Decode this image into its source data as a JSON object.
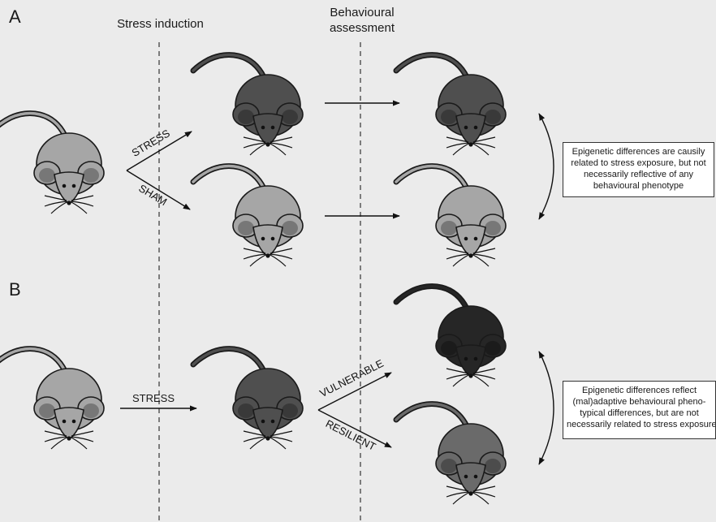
{
  "panels": {
    "a": "A",
    "b": "B"
  },
  "headers": {
    "stress_induction": "Stress induction",
    "behavioural_assessment": [
      "Behavioural",
      "assessment"
    ]
  },
  "arrows": {
    "a_stress": "STRESS",
    "a_sham": "SHAM",
    "b_stress": "STRESS",
    "b_vulnerable": "VULNERABLE",
    "b_resilient": "RESILIENT"
  },
  "notes": {
    "a": [
      "Epigenetic differences are causily",
      "related to stress exposure, but not",
      "necessarily reflective of any",
      "behavioural phenotype"
    ],
    "b": [
      "Epigenetic differences reflect",
      "(mal)adaptive behavioural pheno-",
      "typical differences, but are not",
      "necessarily related to stress exposure"
    ]
  },
  "colors": {
    "background": "#ebebeb",
    "mouse_light": "#a6a6a6",
    "mouse_dark": "#4f4f4f",
    "mouse_darkest": "#262626",
    "mouse_mid": "#6a6a6a"
  }
}
